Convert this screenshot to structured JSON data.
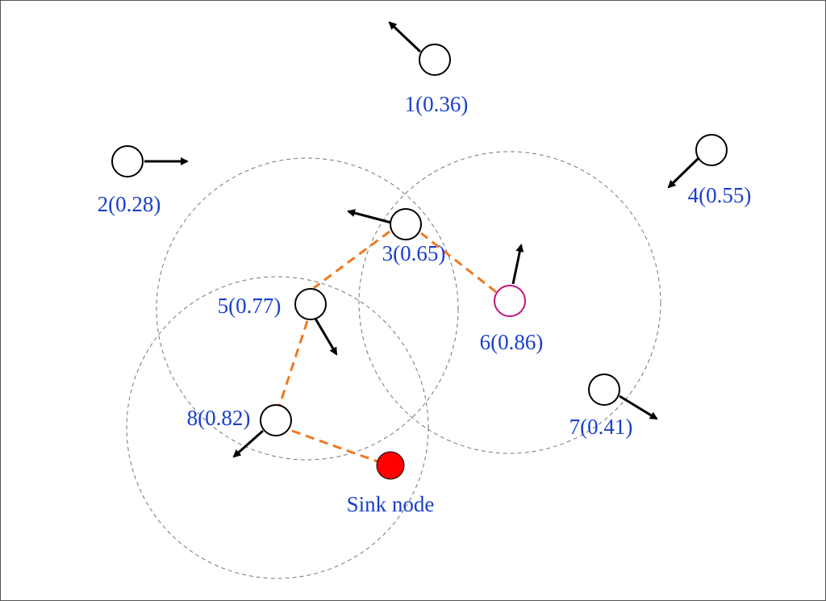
{
  "nodes": [
    {
      "id": "1",
      "label": "1(0.36)"
    },
    {
      "id": "2",
      "label": "2(0.28)"
    },
    {
      "id": "3",
      "label": "3(0.65)"
    },
    {
      "id": "4",
      "label": "4(0.55)"
    },
    {
      "id": "5",
      "label": "5(0.77)"
    },
    {
      "id": "6",
      "label": "6(0.86)"
    },
    {
      "id": "7",
      "label": "7(0.41)"
    },
    {
      "id": "8",
      "label": "8(0.82)"
    }
  ],
  "sink": {
    "label": "Sink node"
  },
  "route": [
    "6",
    "3",
    "5",
    "8",
    "sink"
  ],
  "colors": {
    "label_text": "#1a3fcc",
    "node_stroke": "#000000",
    "source_node_stroke": "#c0157a",
    "sink_fill": "#ff0000",
    "route_line": "#f07820",
    "range_circle": "#777777",
    "arrow": "#000000"
  }
}
